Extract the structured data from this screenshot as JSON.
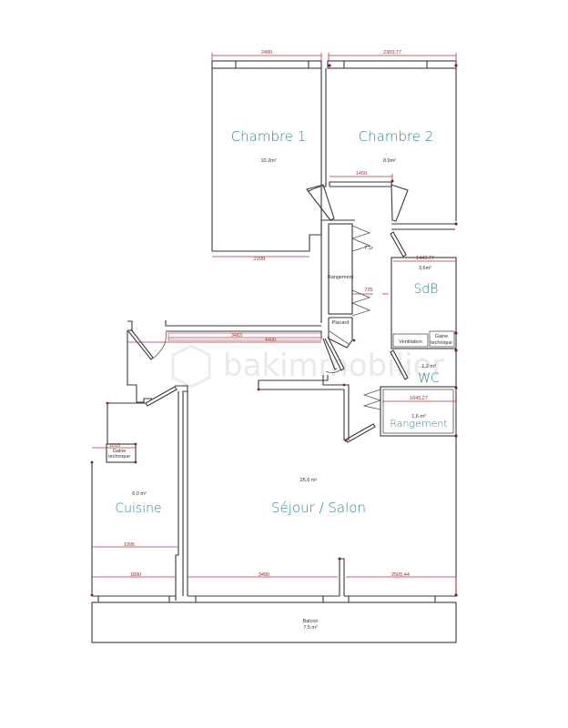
{
  "watermark": "bakimmobilier",
  "colors": {
    "room_label": "#2a8a8c",
    "dimension": "#c0313a",
    "wall": "#3a3a3a"
  },
  "rooms": {
    "chambre1": {
      "label": "Chambre 1",
      "area": "10.2m²"
    },
    "chambre2": {
      "label": "Chambre 2",
      "area": "8.9m²"
    },
    "sdb": {
      "label": "SdB",
      "area": "3,6m²"
    },
    "wc": {
      "label": "WC",
      "area": "1,2 m²"
    },
    "rangement_small": {
      "label": "Rangement",
      "area": "1,6 m²"
    },
    "rangement_hall": {
      "label": "Rangement"
    },
    "placard": {
      "label": "Placard"
    },
    "cuisine": {
      "label": "Cuisine",
      "area": "6,0 m²"
    },
    "sejour": {
      "label": "Séjour / Salon",
      "area": "25,6 m²"
    },
    "balcon": {
      "label": "Balcon",
      "area": "7,5 m²"
    },
    "ventilation": {
      "label": "Ventilation"
    },
    "gaine_sdb": {
      "line1": "Gaine",
      "line2": "technique"
    },
    "gaine_cuisine": {
      "line1": "Gaine",
      "line2": "technique"
    },
    "hall_area": "7,1r"
  },
  "dimensions": {
    "chambre1_top": "2480",
    "chambre2_top": "2303,77",
    "chambre2_bottom": "1450",
    "chambre1_bottom": "2208",
    "sdb_width": "1443,77",
    "hall_depth": "725",
    "hall_3483": "3483",
    "hall_4400": "4400",
    "rangement_width": "1645,27",
    "gaine_cuisine": "1010",
    "cuisine_1995": "1995",
    "cuisine_1890": "1890",
    "sejour_3480": "3480",
    "sejour_2505": "2505,44"
  }
}
